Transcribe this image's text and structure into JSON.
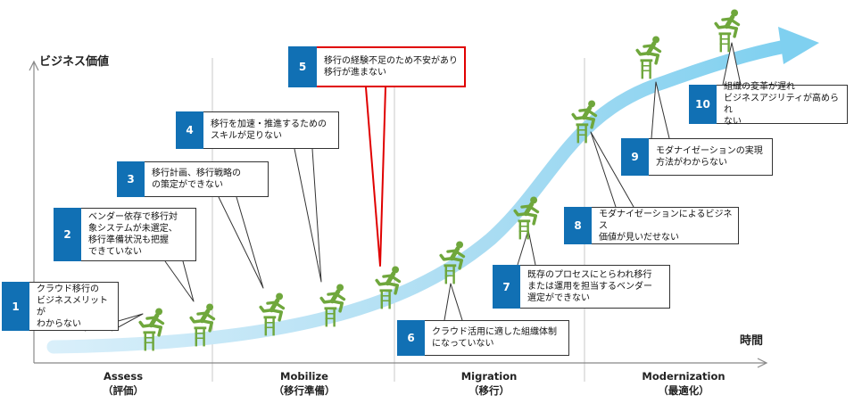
{
  "axes": {
    "y_label": "ビジネス価値",
    "x_label": "時間"
  },
  "phases": [
    {
      "name": "Assess",
      "sub": "（評価）"
    },
    {
      "name": "Mobilize",
      "sub": "（移行準備）"
    },
    {
      "name": "Migration",
      "sub": "（移行）"
    },
    {
      "name": "Modernization",
      "sub": "（最適化）"
    }
  ],
  "callouts": [
    {
      "num": "1",
      "text": "クラウド移行の\nビジネスメリットが\nわからない",
      "highlight": false
    },
    {
      "num": "2",
      "text": "ベンダー依存で移行対\n象システムが未選定、\n移行準備状況も把握\nできていない",
      "highlight": false
    },
    {
      "num": "3",
      "text": "移行計画、移行戦略の\nの策定ができない",
      "highlight": false
    },
    {
      "num": "4",
      "text": "移行を加速・推進するための\nスキルが足りない",
      "highlight": false
    },
    {
      "num": "5",
      "text": "移行の経験不足のため不安があり\n移行が進まない",
      "highlight": true
    },
    {
      "num": "6",
      "text": "クラウド活用に適した組織体制\nになっていない",
      "highlight": false
    },
    {
      "num": "7",
      "text": "既存のプロセスにとらわれ移行\nまたは運用を担当するベンダー\n選定ができない",
      "highlight": false
    },
    {
      "num": "8",
      "text": "モダナイゼーションによるビジネス\n価値が見いだせない",
      "highlight": false
    },
    {
      "num": "9",
      "text": "モダナイゼーションの実現\n方法がわからない",
      "highlight": false
    },
    {
      "num": "10",
      "text": "組織の変革が遅れ\nビジネスアジリティが高められ\nない",
      "highlight": false
    }
  ],
  "colors": {
    "accent_blue": "#1170b4",
    "highlight_red": "#e00000",
    "runner_green": "#6fa73c",
    "curve_blue": "#bfe3f5"
  },
  "icons": {
    "runner": "hurdle-runner-icon"
  }
}
